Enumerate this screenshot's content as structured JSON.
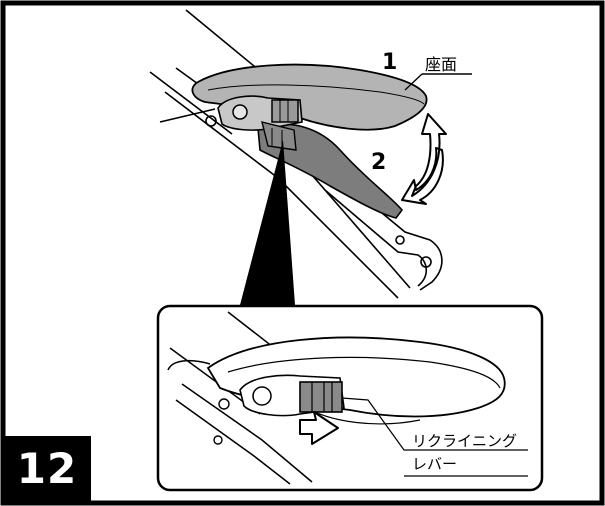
{
  "step_number": "12",
  "step_labels": {
    "one": "1",
    "two": "2"
  },
  "part_labels": {
    "seat": "座面",
    "recline_lever_line1": "リクライニング",
    "recline_lever_line2": "レバー"
  },
  "colors": {
    "seat_fill": "#b4b4b4",
    "seat_back_fill": "#7d7d7d",
    "frame": "#ffffff",
    "ink": "#000000"
  },
  "icon_names": {
    "rotate_arrow": "curved-double-arrow-icon",
    "push_arrow": "push-arrow-icon"
  }
}
